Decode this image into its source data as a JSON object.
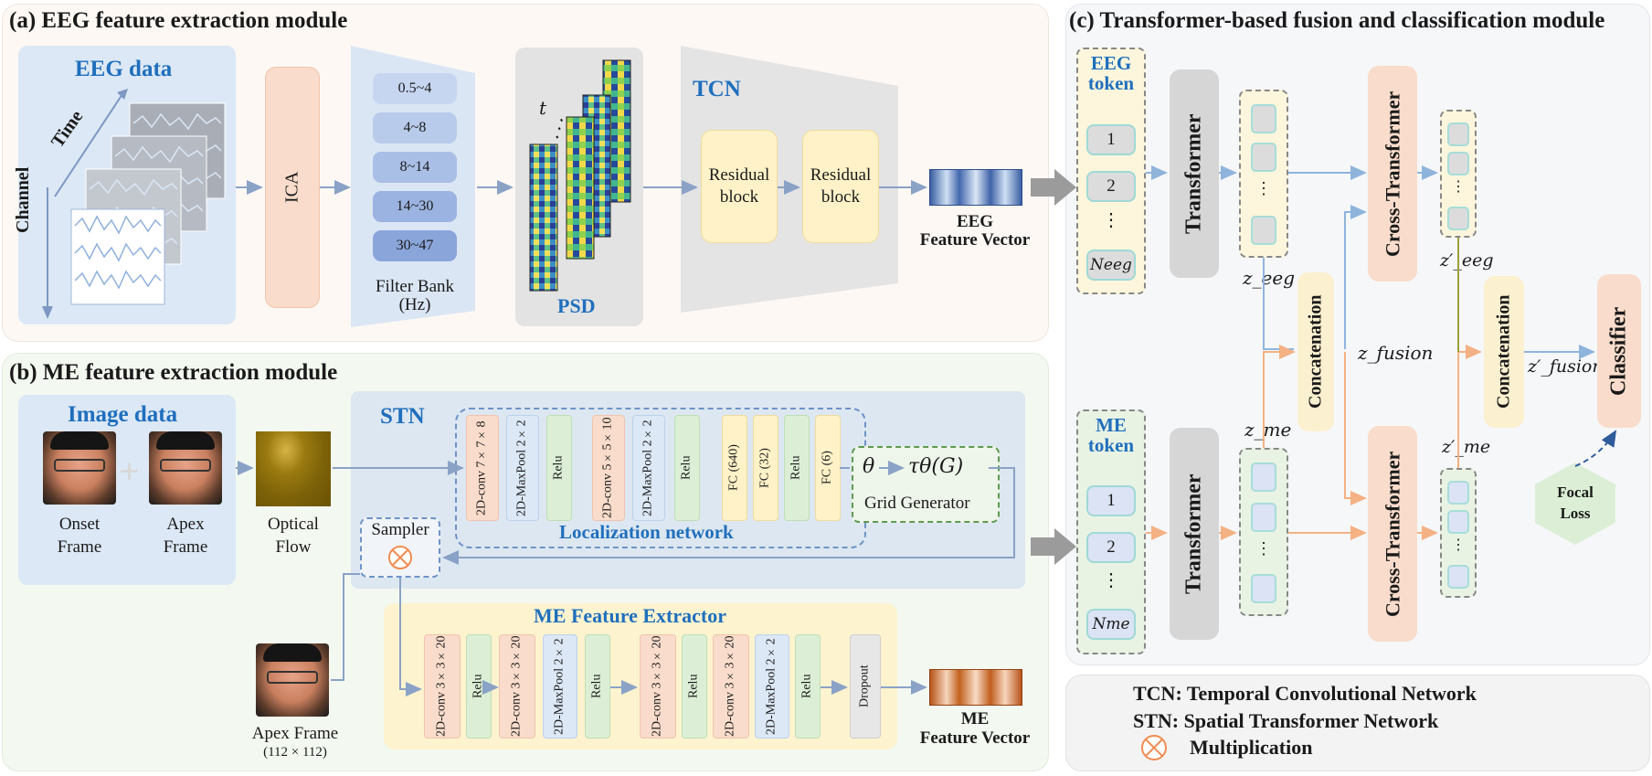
{
  "panel_a": {
    "title": "(a) EEG feature extraction module",
    "eeg_data": "EEG data",
    "time": "Time",
    "channel": "Channel",
    "ica": "ICA",
    "filter_bank_items": [
      "0.5~4",
      "4~8",
      "8~14",
      "14~30",
      "30~47"
    ],
    "filter_bank_label_1": "Filter Bank",
    "filter_bank_label_2": "(Hz)",
    "psd": "PSD",
    "psd_t": "t",
    "tcn": "TCN",
    "residual_block_1": "Residual block",
    "residual_block_2": "Residual block",
    "eeg_vector_1": "EEG",
    "eeg_vector_2": "Feature Vector"
  },
  "panel_b": {
    "title": "(b) ME feature extraction module",
    "image_data": "Image data",
    "onset_frame": "Onset Frame",
    "apex_frame": "Apex Frame",
    "optical_flow": "Optical Flow",
    "stn": "STN",
    "loc_layers": [
      "2D-conv 7×7×8",
      "2D-MaxPool 2×2",
      "Relu",
      "2D-conv 5×5×10",
      "2D-MaxPool 2×2",
      "Relu",
      "FC (640)",
      "FC (32)",
      "Relu",
      "FC (6)"
    ],
    "localization_network": "Localization network",
    "theta": "θ",
    "tau": "τθ(G)",
    "grid_generator": "Grid Generator",
    "sampler": "Sampler",
    "apex_frame_bottom": "Apex Frame",
    "apex_size": "(112 × 112)",
    "me_extractor": "ME Feature Extractor",
    "ext_layers": [
      "2D-conv 3×3×20",
      "Relu",
      "2D-conv 3×3×20",
      "2D-MaxPool 2×2",
      "Relu",
      "2D-conv 3×3×20",
      "Relu",
      "2D-conv 3×3×20",
      "2D-MaxPool 2×2",
      "Relu",
      "Dropout"
    ],
    "me_vector_1": "ME",
    "me_vector_2": "Feature Vector"
  },
  "panel_c": {
    "title": "(c) Transformer-based fusion and classification module",
    "eeg_token": "EEG token",
    "me_token": "ME token",
    "tokens": [
      "1",
      "2",
      "⋮"
    ],
    "n_eeg": "Neeg",
    "n_me": "Nme",
    "transformer": "Transformer",
    "cross_transformer": "Cross-Transformer",
    "concatenation": "Concatenation",
    "classifier": "Classifier",
    "focal_loss": "Focal Loss",
    "z_eeg": "z_eeg",
    "z_me": "z_me",
    "z_fusion": "z_fusion",
    "z_eeg_p": "z′_eeg",
    "z_me_p": "z′_me",
    "z_fusion_p": "z′_fusion"
  },
  "legend": {
    "tcn": "TCN: Temporal Convolutional Network",
    "stn": "STN: Spatial Transformer Network",
    "mult": "Multiplication"
  },
  "colors": {
    "title_blue": "#1f6fbd",
    "arrow_blue": "#8fb4dc",
    "arrow_orange": "#f4b183"
  }
}
